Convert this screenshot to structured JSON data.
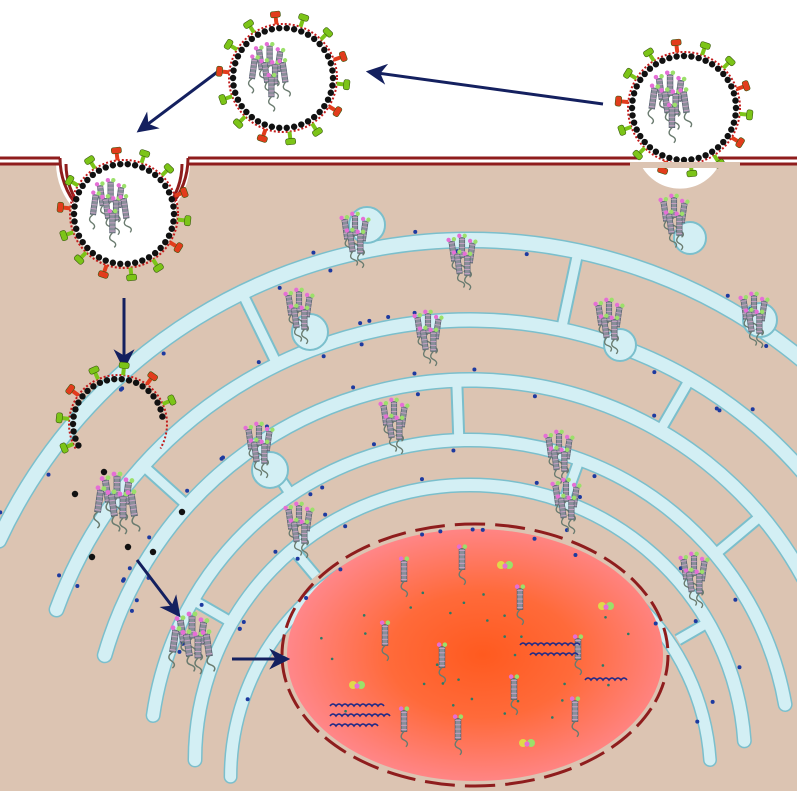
{
  "figure": {
    "title": "",
    "caption": ""
  },
  "colors": {
    "background": "#ffffff",
    "cytoplasm": "#dcc4b2",
    "cell_membrane": "#8f1d1d",
    "endoplasmic_reticulum": "#d3eff4",
    "er_outline": "#7bbfcc",
    "nucleus_center": "#ff5a1f",
    "nucleus_edge": "#ff8a93",
    "nuclear_envelope": "#8f1d1d",
    "capsid_bead": "#111111",
    "envelope_line": "#c21b1b",
    "spike_green": "#7cc418",
    "spike_red": "#e23c1c",
    "pathway_arrow": "#14205f",
    "ribosome_dot": "#1d3aa0",
    "rna_strand": "#1f2a88"
  },
  "icons": {
    "virion": "virus-particle-icon",
    "genome": "rna-genome-segments-icon",
    "vesicle": "transport-vesicle-icon"
  },
  "stages": [
    {
      "id": "virion-extracellular",
      "icon": "virus-particle-icon"
    },
    {
      "id": "budding-virion",
      "icon": "virus-particle-icon"
    },
    {
      "id": "endocytosed-virion",
      "icon": "virus-particle-icon"
    },
    {
      "id": "uncoating-virion",
      "icon": "virus-particle-icon"
    },
    {
      "id": "released-genome",
      "icon": "rna-genome-segments-icon"
    },
    {
      "id": "genome-import-to-nucleus",
      "icon": "rna-genome-segments-icon"
    }
  ],
  "flow": [
    {
      "from": "budding-virion",
      "to": "virion-extracellular"
    },
    {
      "from": "virion-extracellular",
      "to": "endocytosed-virion"
    },
    {
      "from": "endocytosed-virion",
      "to": "uncoating-virion"
    },
    {
      "from": "released-genome",
      "to": "genome-import-to-nucleus"
    },
    {
      "from": "genome-import-to-nucleus",
      "to": "nucleus"
    }
  ]
}
